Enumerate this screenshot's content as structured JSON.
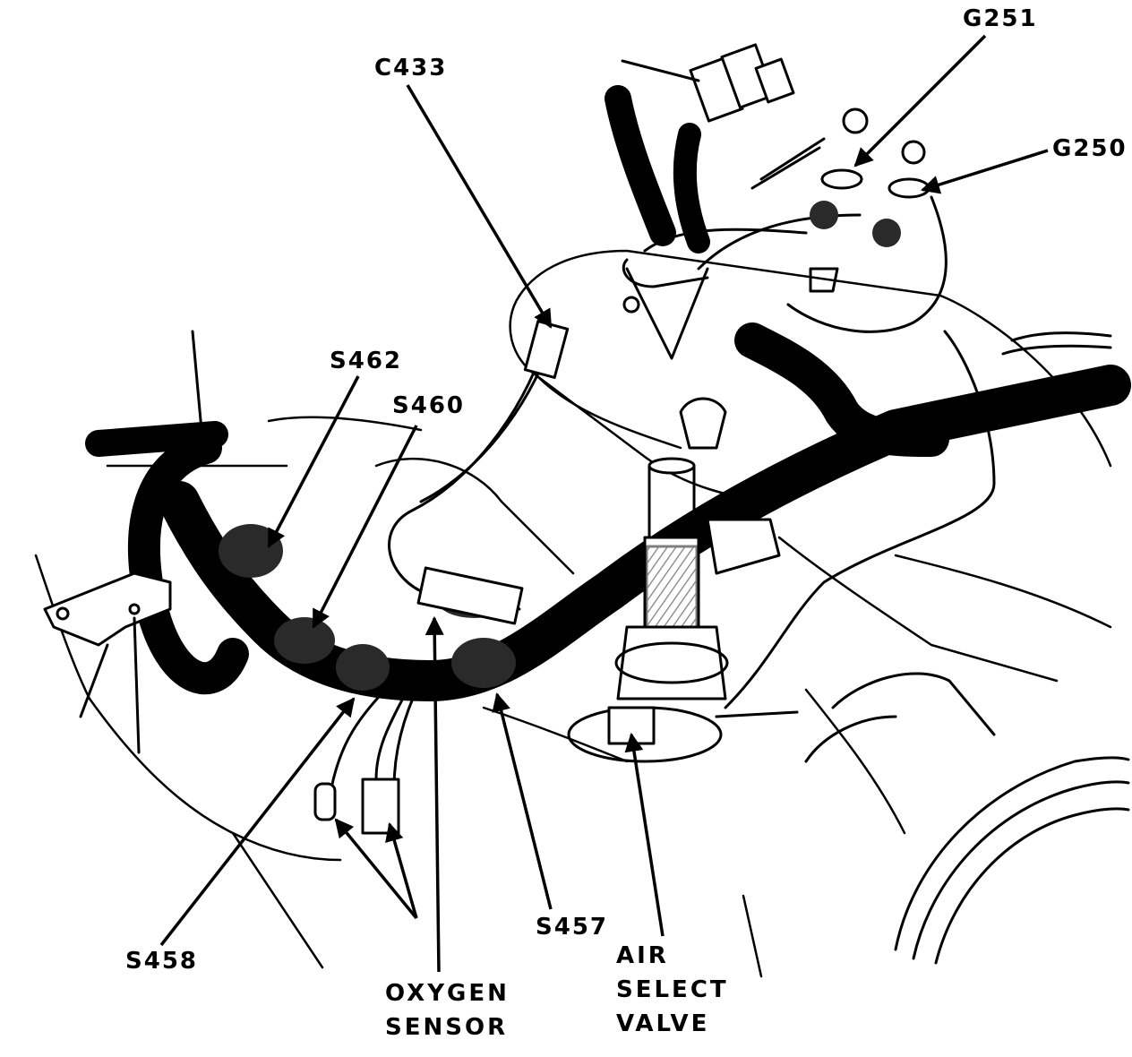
{
  "labels": {
    "g251": "G251",
    "g250": "G250",
    "c433": "C433",
    "s462": "S462",
    "s460": "S460",
    "s458": "S458",
    "s457": "S457",
    "oxygen_sensor": [
      "OXYGEN",
      "SENSOR"
    ],
    "air_select_valve": [
      "AIR",
      "SELECT",
      "VALVE"
    ]
  }
}
